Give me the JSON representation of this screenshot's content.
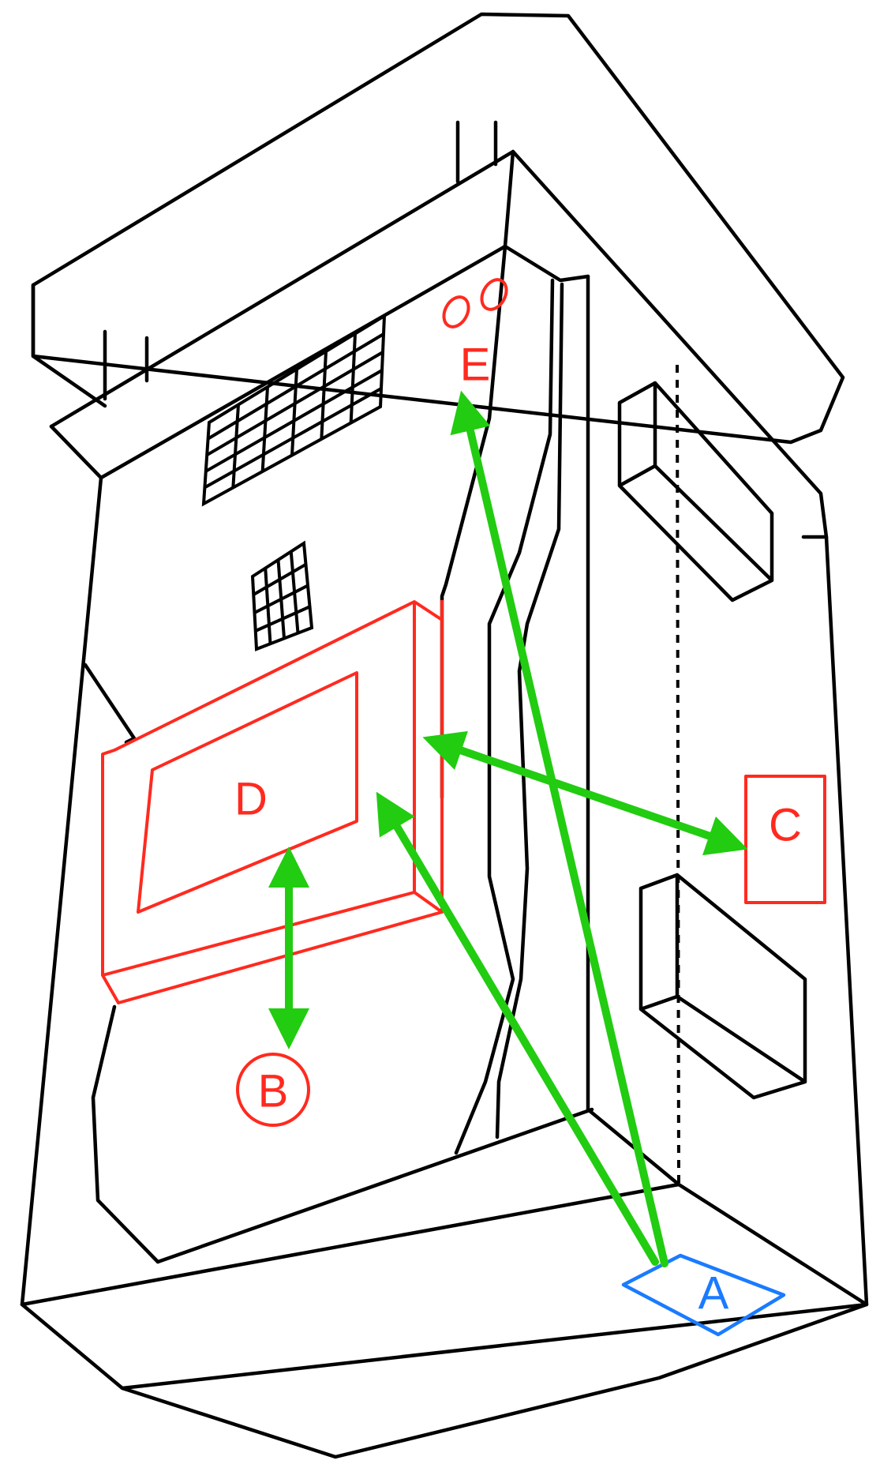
{
  "colors": {
    "outline": "#000000",
    "label_red": "#ff2a1f",
    "label_blue": "#1a7bff",
    "arrow_green": "#22cc11"
  },
  "labels": {
    "a": "A",
    "b": "B",
    "c": "C",
    "d": "D",
    "e": "E"
  }
}
